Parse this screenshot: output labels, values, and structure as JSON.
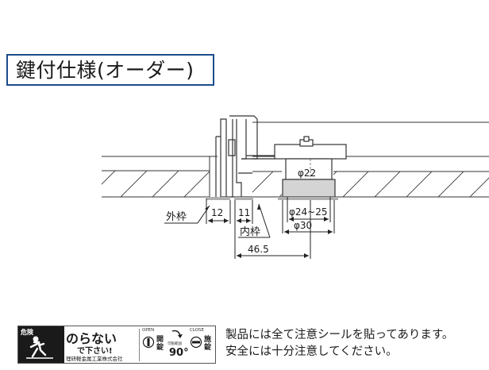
{
  "title": "鍵付仕様(オーダー)",
  "diagram": {
    "dim_12": "12",
    "dim_11": "11",
    "dim_465": "46.5",
    "dim_phi22": "φ22",
    "dim_phi2425": "φ24~25",
    "dim_phi30": "φ30",
    "label_outer_frame": "外枠",
    "label_inner_frame": "内枠"
  },
  "badge": {
    "danger": "危険",
    "main_text": "のらない",
    "sub_text": "で下さい!",
    "maker": "理研軽金属工業株式会社",
    "open_label": "OPEN",
    "open_kanji": "開錠",
    "angle_label": "可動範囲",
    "angle": "90°",
    "close_label": "CLOSE",
    "close_kanji": "施錠"
  },
  "notice": {
    "line1": "製品には全て注意シールを貼ってあります。",
    "line2": "安全には十分注意してください。"
  }
}
